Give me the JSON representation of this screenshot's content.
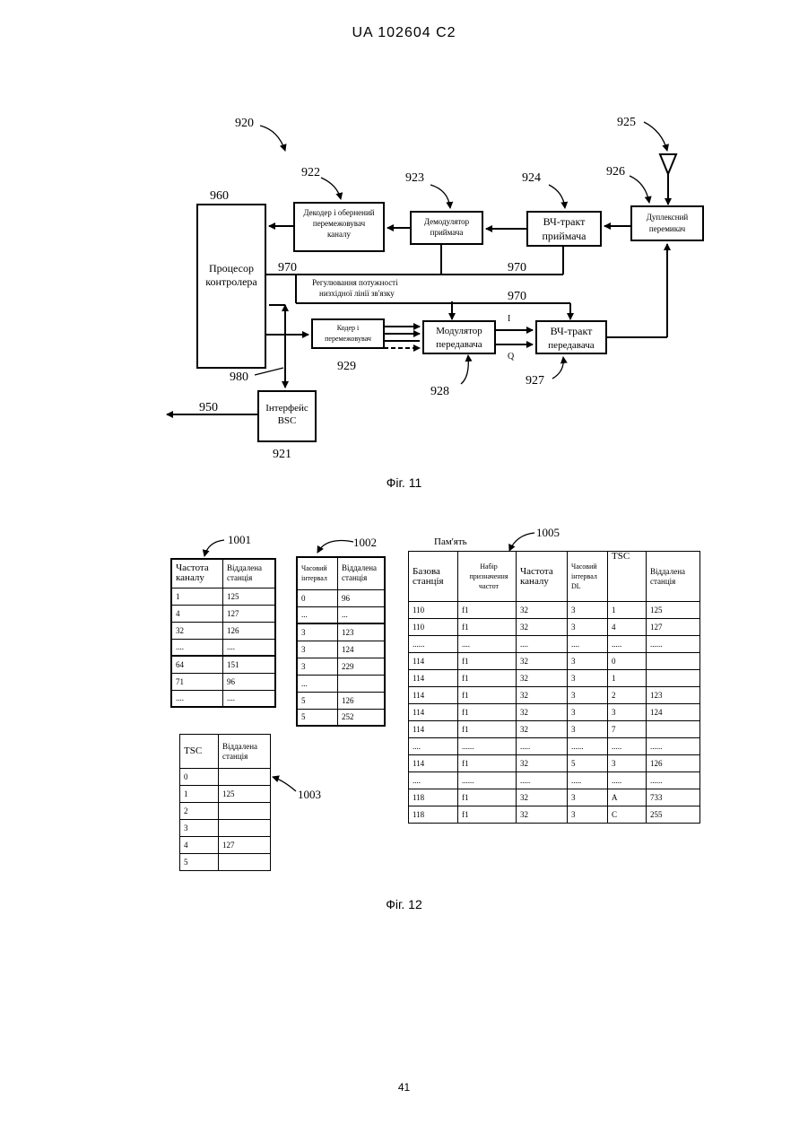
{
  "header": "UA   102604   C2",
  "fig11": {
    "caption": "Фіг. 11",
    "refs": {
      "r920": "920",
      "r922": "922",
      "r923": "923",
      "r924": "924",
      "r925": "925",
      "r926": "926",
      "r960": "960",
      "r970a": "970",
      "r970b": "970",
      "r970c": "970",
      "r929": "929",
      "r928": "928",
      "r927": "927",
      "r980": "980",
      "r950": "950",
      "r921": "921"
    },
    "blocks": {
      "controller": [
        "Процесор",
        "контролера"
      ],
      "decoder": [
        "Декодер і обернений",
        "перемежовувач",
        "каналу"
      ],
      "demod": [
        "Демодулятор",
        "приймача"
      ],
      "rx_rf": [
        "ВЧ-тракт",
        "приймача"
      ],
      "duplexer": [
        "Дуплексний",
        "перемикач"
      ],
      "coder": [
        "Кодер і",
        "перемежовувач"
      ],
      "modulator": [
        "Модулятор",
        "передавача"
      ],
      "tx_rf": [
        "ВЧ-тракт",
        "передавача"
      ],
      "bsc": [
        "Інтерфейс",
        "BSC"
      ]
    },
    "power_control": [
      "Регулювання потужності",
      "низхідної лінії зв'язку"
    ],
    "signal_i": "I",
    "signal_q": "Q"
  },
  "fig12": {
    "caption": "Фіг. 12",
    "label_1001": "1001",
    "label_1002": "1002",
    "label_1003": "1003",
    "label_1005": "1005",
    "memory_label": "Пам'ять",
    "table_1001": {
      "headers": [
        "Частота каналу",
        "Віддалена станція"
      ],
      "rows": [
        [
          "1",
          "125"
        ],
        [
          "4",
          "127"
        ],
        [
          "32",
          "126"
        ],
        [
          "....",
          "...."
        ],
        [
          "64",
          "151"
        ],
        [
          "71",
          "96"
        ],
        [
          "....",
          "...."
        ]
      ]
    },
    "table_1002": {
      "headers": [
        "Часовий інтервал",
        "Віддалена станція"
      ],
      "rows": [
        [
          "0",
          "96"
        ],
        [
          "...",
          "..."
        ],
        [
          "3",
          "123"
        ],
        [
          "3",
          "124"
        ],
        [
          "3",
          "229"
        ],
        [
          "...",
          ""
        ],
        [
          "5",
          "126"
        ],
        [
          "5",
          "252"
        ]
      ]
    },
    "table_1003": {
      "headers": [
        "TSC",
        "Віддалена станція"
      ],
      "rows": [
        [
          "0",
          ""
        ],
        [
          "1",
          "125"
        ],
        [
          "2",
          ""
        ],
        [
          "3",
          ""
        ],
        [
          "4",
          "127"
        ],
        [
          "5",
          ""
        ]
      ]
    },
    "table_1005": {
      "headers": [
        "Базова станція",
        "Набір призначення частот",
        "Частота каналу",
        "Часовий інтервал DL",
        "TSC",
        "Віддалена станція"
      ],
      "rows": [
        [
          "110",
          "f1",
          "32",
          "3",
          "1",
          "125"
        ],
        [
          "110",
          "f1",
          "32",
          "3",
          "4",
          "127"
        ],
        [
          "......",
          "....",
          "....",
          "....",
          ".....",
          "......"
        ],
        [
          "114",
          "f1",
          "32",
          "3",
          "0",
          ""
        ],
        [
          "114",
          "f1",
          "32",
          "3",
          "1",
          ""
        ],
        [
          "114",
          "f1",
          "32",
          "3",
          "2",
          "123"
        ],
        [
          "114",
          "f1",
          "32",
          "3",
          "3",
          "124"
        ],
        [
          "114",
          "f1",
          "32",
          "3",
          "7",
          ""
        ],
        [
          "....",
          "......",
          ".....",
          "......",
          ".....",
          "......"
        ],
        [
          "114",
          "f1",
          "32",
          "5",
          "3",
          "126"
        ],
        [
          "....",
          "......",
          ".....",
          ".....",
          ".....",
          "......"
        ],
        [
          "118",
          "f1",
          "32",
          "3",
          "A",
          "733"
        ],
        [
          "118",
          "f1",
          "32",
          "3",
          "C",
          "255"
        ]
      ]
    }
  },
  "page_number": "41"
}
